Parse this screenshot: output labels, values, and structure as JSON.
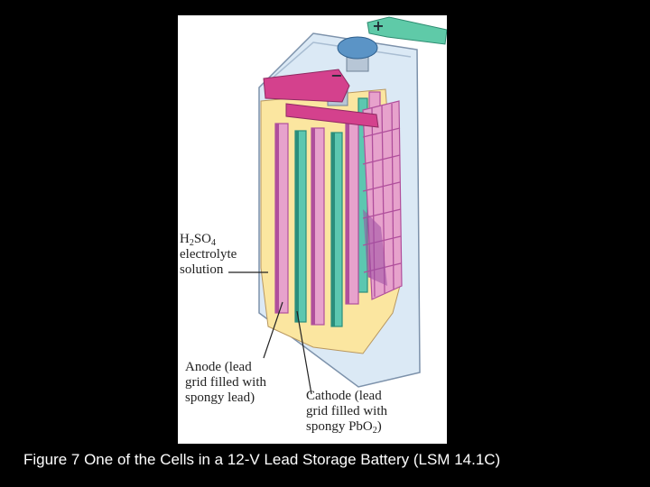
{
  "diagram": {
    "terminals": {
      "positive_symbol": "+",
      "negative_symbol": "−"
    },
    "labels": {
      "electrolyte": {
        "formula_h": "H",
        "formula_h_sub": "2",
        "formula_so": "SO",
        "formula_so_sub": "4",
        "line2": "electrolyte",
        "line3": "solution"
      },
      "anode": {
        "line1": "Anode (lead",
        "line2": "grid filled with",
        "line3": "spongy lead)"
      },
      "cathode": {
        "line1": "Cathode (lead",
        "line2": "grid filled with",
        "line3_prefix": "spongy PbO",
        "line3_sub": "2",
        "line3_suffix": ")"
      }
    },
    "colors": {
      "background": "#000000",
      "panel": "#ffffff",
      "casing": "#dbe9f5",
      "electrolyte": "#fbe6a0",
      "anode_plate": "#e7a2cc",
      "anode_edge": "#b04f9c",
      "cathode_plate": "#5cc7b0",
      "cathode_edge": "#2a8e7c",
      "negative_terminal": "#d4418d",
      "positive_terminal": "#5fcaa8",
      "post": "#5b94c6",
      "caption_text": "#ffffff"
    }
  },
  "caption": "Figure 7 One of the Cells in a 12-V Lead Storage Battery (LSM 14.1C)"
}
